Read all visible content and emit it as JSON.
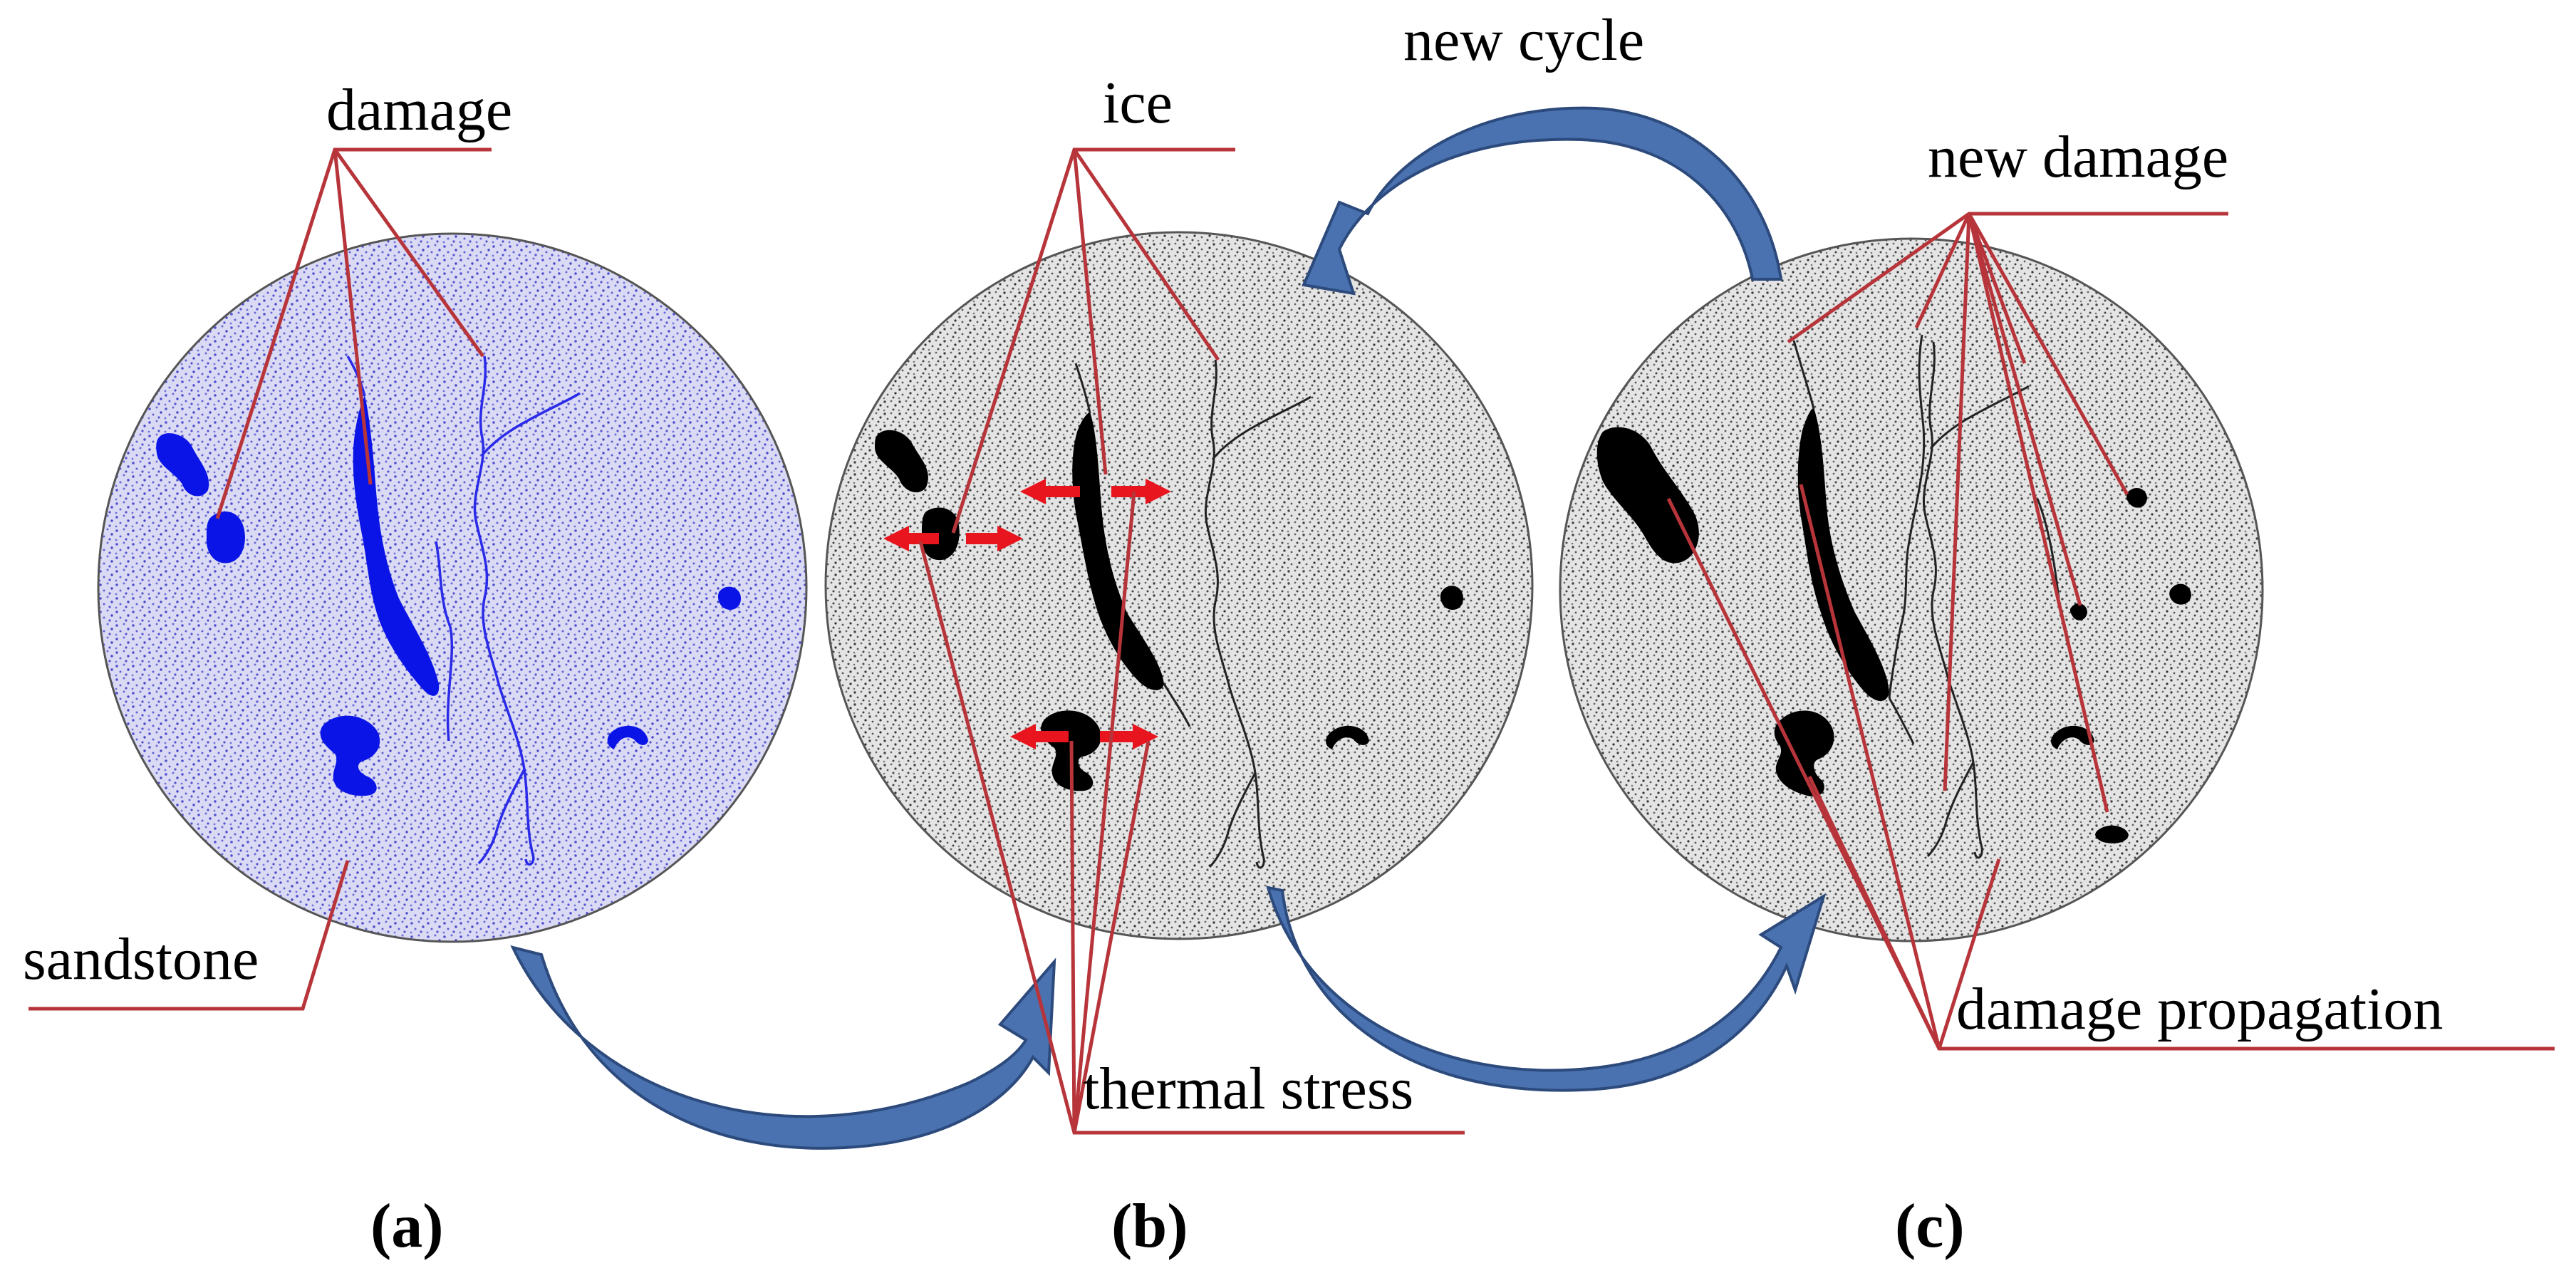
{
  "labels": {
    "damage": "damage",
    "sandstone": "sandstone",
    "ice": "ice",
    "thermal_stress": "thermal stress",
    "new_cycle": "new cycle",
    "new_damage": "new damage",
    "damage_propagation": "damage propagation"
  },
  "captions": {
    "a": "(a)",
    "b": "(b)",
    "c": "(c)"
  },
  "colors": {
    "damage_fill_a": "#0a14e6",
    "ice_fill": "#000000",
    "leader_line": "#b7353a",
    "cycle_arrow": "#4a72b0",
    "stress_arrow": "#e8141e",
    "disk_a_background": "#dcdcf4",
    "disk_bc_background": "#e6e6e6"
  }
}
